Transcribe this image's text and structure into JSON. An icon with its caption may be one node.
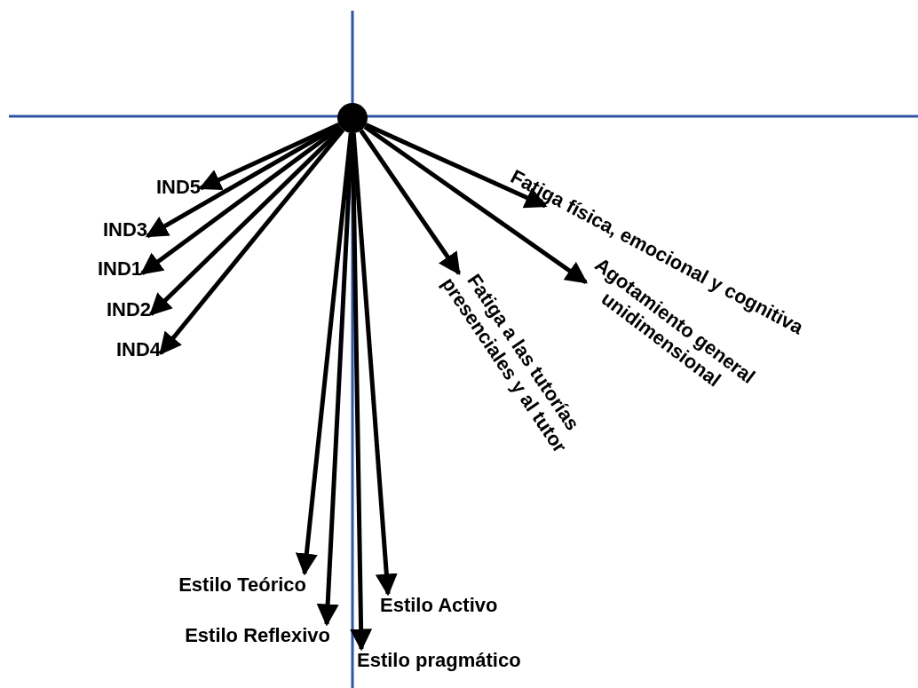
{
  "diagram": {
    "nodes": [
      {
        "text": [],
        "shape": "circle"
      },
      {
        "text": [
          "IND5"
        ]
      },
      {
        "text": [
          "Fatiga física, emocional y cognitiva"
        ]
      },
      {
        "text": [
          "IND3"
        ]
      },
      {
        "text": [
          "IND1"
        ]
      },
      {
        "text": [
          "Fatiga a las tutorías presenciales y al tutor"
        ]
      },
      {
        "text": [
          "Agotamiento general unidimensional"
        ]
      },
      {
        "text": [
          "IND2"
        ]
      },
      {
        "text": [
          "IND4"
        ]
      },
      {
        "text": [
          "Estilo Teórico"
        ]
      },
      {
        "text": [
          "Estilo Activo"
        ]
      },
      {
        "text": [
          "Estilo Reflexivo"
        ]
      },
      {
        "text": [
          "Estilo pragmático"
        ]
      }
    ],
    "edges": [
      {
        "from": 0,
        "to": 1,
        "arrow": "to"
      },
      {
        "from": 0,
        "to": 2,
        "arrow": "to"
      },
      {
        "from": 0,
        "to": 3,
        "arrow": "to"
      },
      {
        "from": 0,
        "to": 4,
        "arrow": "to"
      },
      {
        "from": 0,
        "to": 5,
        "arrow": "to"
      },
      {
        "from": 0,
        "to": 6,
        "arrow": "to"
      },
      {
        "from": 0,
        "to": 7,
        "arrow": "to"
      },
      {
        "from": 0,
        "to": 8,
        "arrow": "to"
      },
      {
        "from": 0,
        "to": 9,
        "arrow": "to"
      },
      {
        "from": 0,
        "to": 10,
        "arrow": "to"
      },
      {
        "from": 0,
        "to": 11,
        "arrow": "to"
      },
      {
        "from": 0,
        "to": 12,
        "arrow": "to"
      }
    ]
  }
}
